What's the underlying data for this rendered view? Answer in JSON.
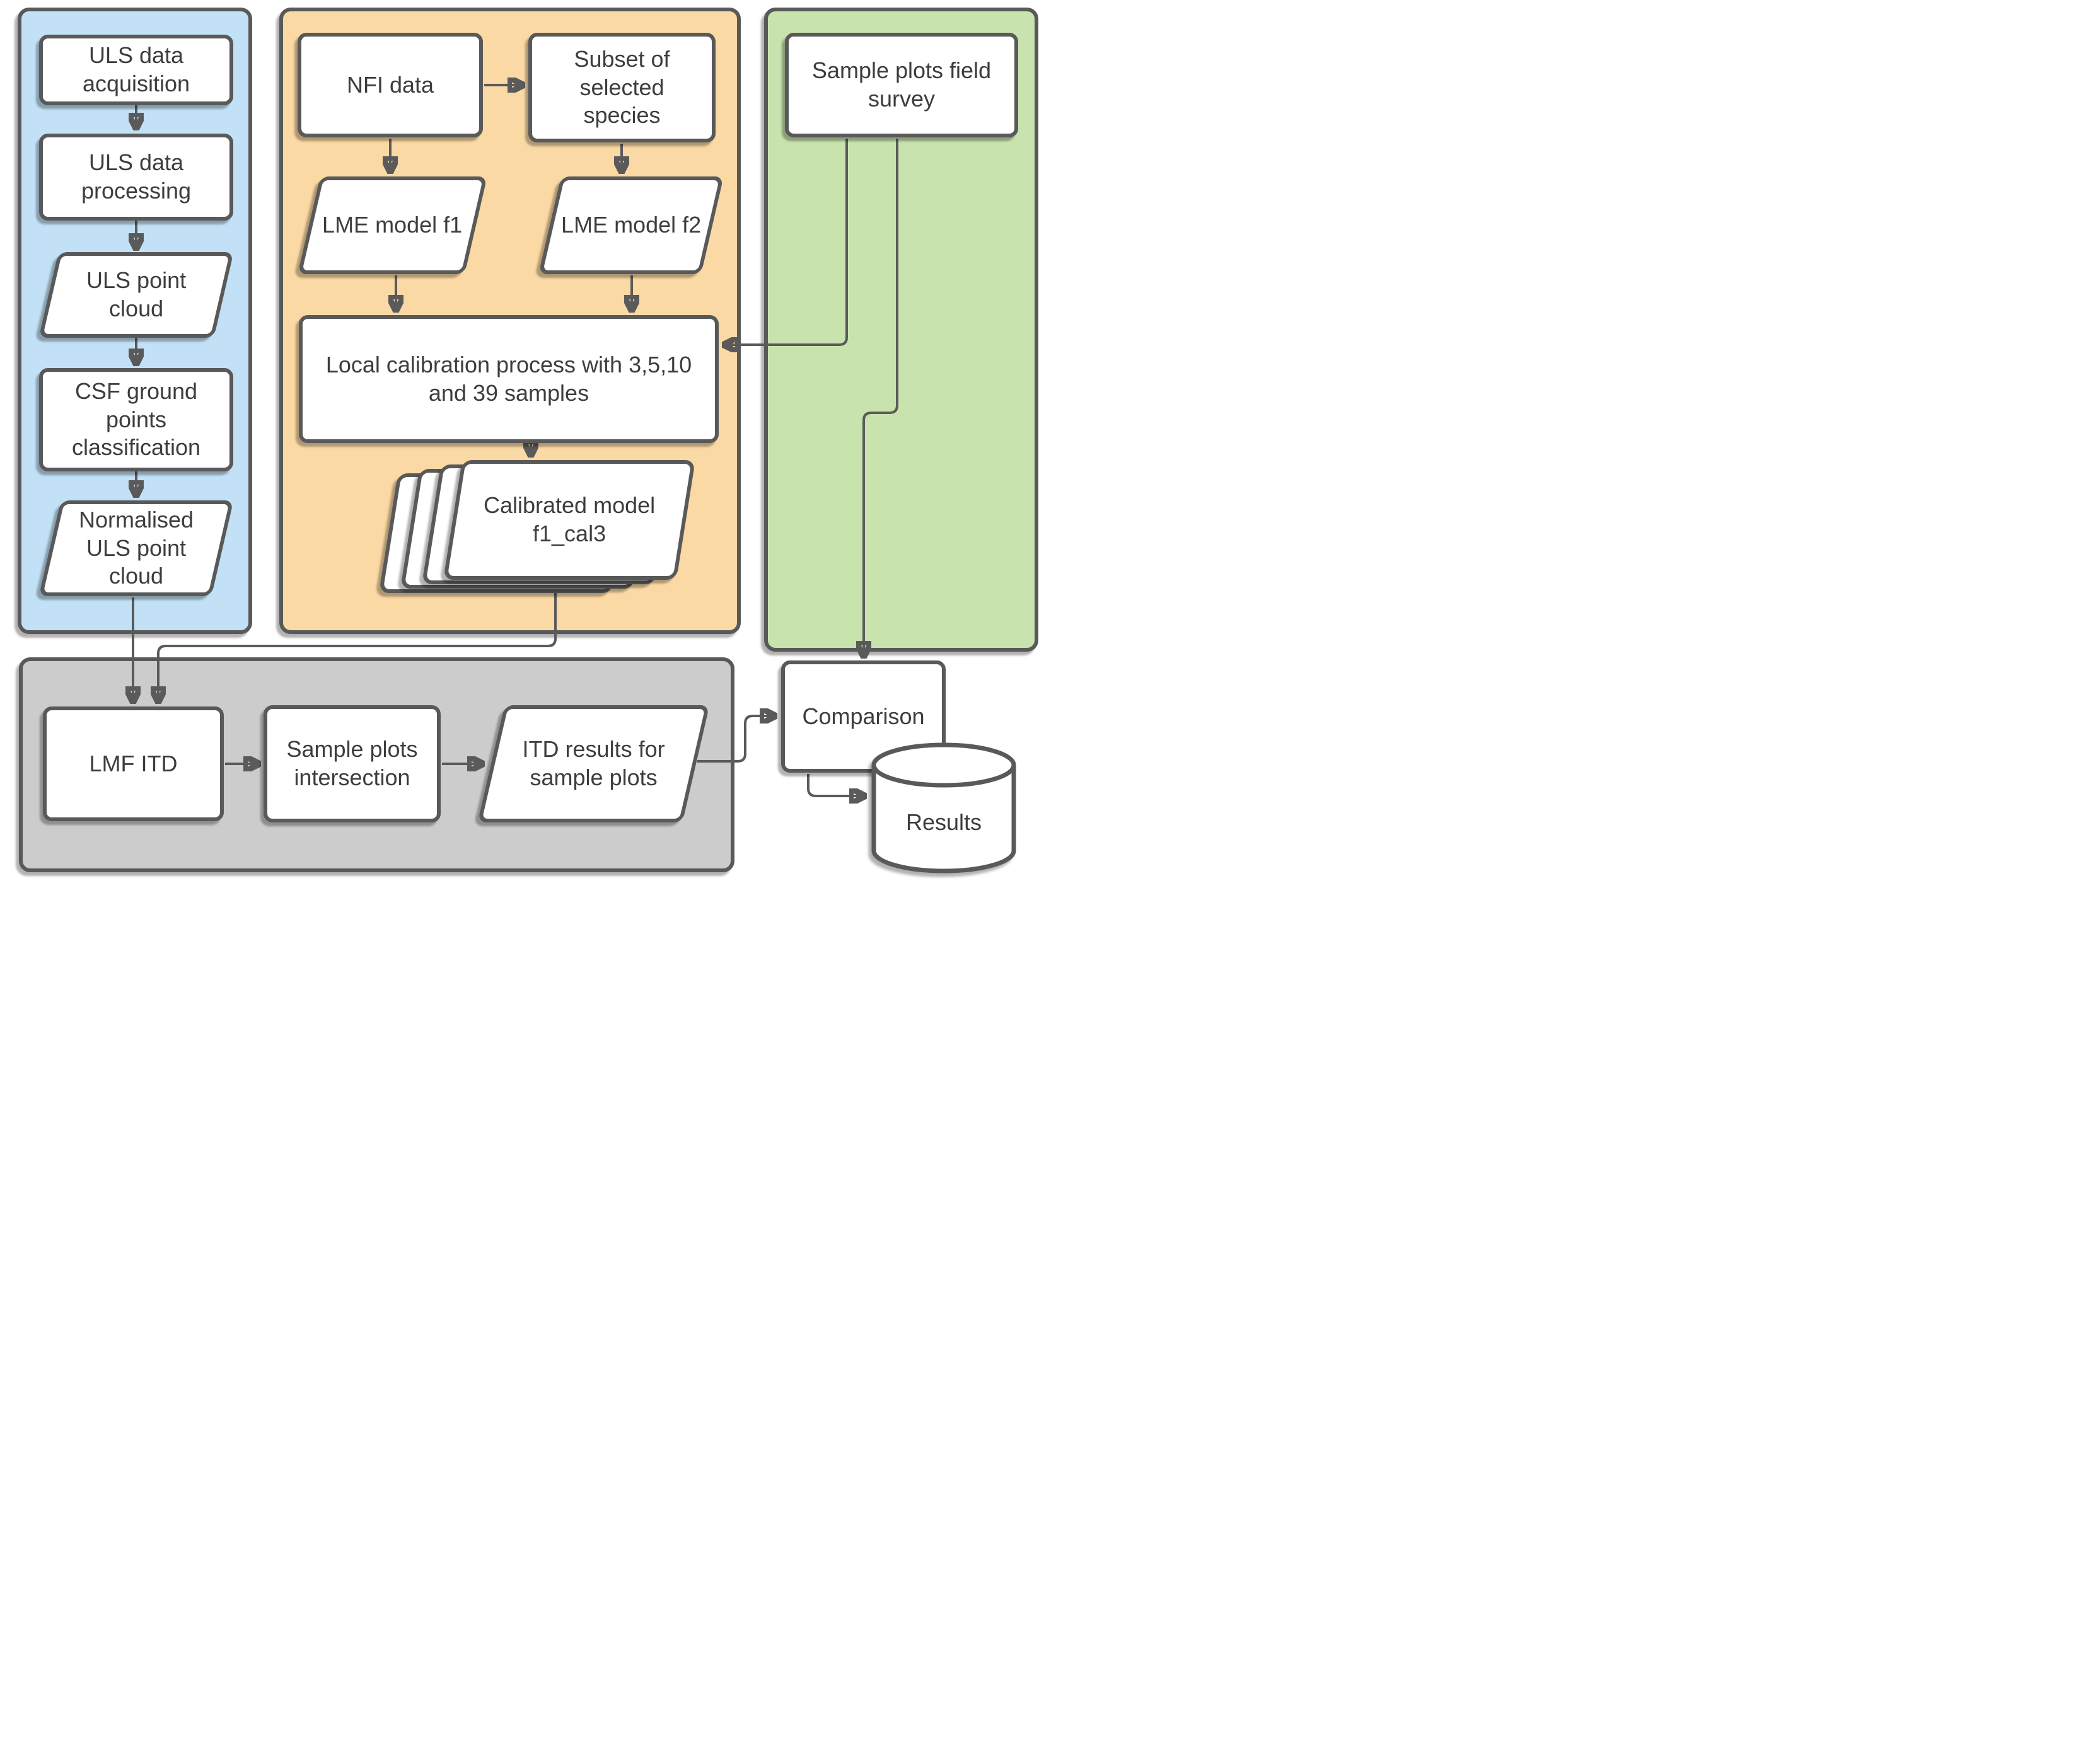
{
  "panels": {
    "uls": {
      "color": "#c2e1f6",
      "acquisition": "ULS data acquisition",
      "processing": "ULS data processing",
      "point_cloud": "ULS point cloud",
      "csf": "CSF ground points classification",
      "normalised": "Normalised ULS point cloud"
    },
    "nfi": {
      "color": "#fbd9a4",
      "nfi_data": "NFI data",
      "subset": "Subset of selected species",
      "lme_f1": "LME model f1",
      "lme_f2": "LME model f2",
      "calibration": "Local calibration process with 3,5,10 and 39 samples",
      "calibrated": "Calibrated model f1_cal3"
    },
    "field": {
      "color": "#c9e3ae",
      "survey": "Sample plots field survey"
    },
    "itd": {
      "color": "#cccccc",
      "lmf_itd": "LMF ITD",
      "intersection": "Sample plots intersection",
      "itd_results": "ITD results for sample plots"
    }
  },
  "outputs": {
    "comparison": "Comparison",
    "results": "Results"
  },
  "style": {
    "border_color": "#595959",
    "connector_color": "#5a5a5a",
    "text_color": "#3d3d3d",
    "box_fill": "#ffffff"
  }
}
